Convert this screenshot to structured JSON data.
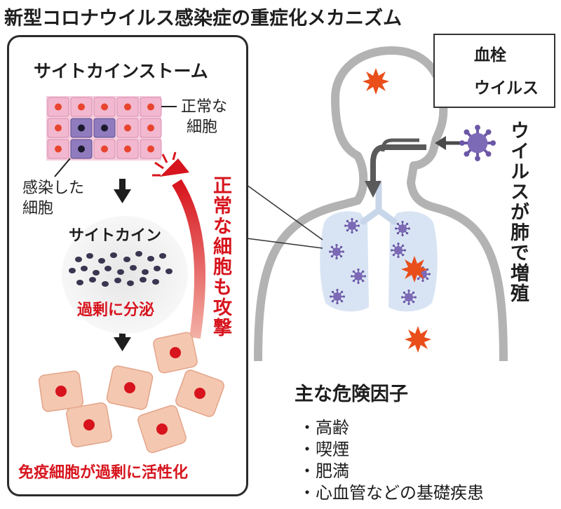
{
  "title": "新型コロナウイルス感染症の重症化メカニズム",
  "panel": {
    "title": "サイトカインストーム",
    "normal_cell_label_line1": "正常な",
    "normal_cell_label_line2": "細胞",
    "infected_label_line1": "感染した",
    "infected_label_line2": "細胞",
    "cytokine_label": "サイトカイン",
    "oversecretion_label": "過剰に分泌",
    "attack_label": "正常な細胞も攻撃",
    "immune_label": "免疫細胞が過剰に活性化"
  },
  "legend": {
    "clot_label": "血栓",
    "virus_label": "ウイルス",
    "clot_color": "#e94e1b",
    "virus_color": "#6b57a6"
  },
  "body": {
    "virus_lung_label": "ウイルスが肺で増殖"
  },
  "risk": {
    "title": "主な危険因子",
    "items": [
      "・高齢",
      "・喫煙",
      "・肥満",
      "・心血管などの基礎疾患"
    ]
  },
  "colors": {
    "accent_red": "#d7141d",
    "normal_cell_fill": "#f2b8cf",
    "infected_cell_fill": "#8f7bbd",
    "immune_cell_fill": "#f4c7b0",
    "cytokine_dot": "#3a3550",
    "lung_fill": "#d8e4f3",
    "body_outline": "#b3b3b3"
  }
}
